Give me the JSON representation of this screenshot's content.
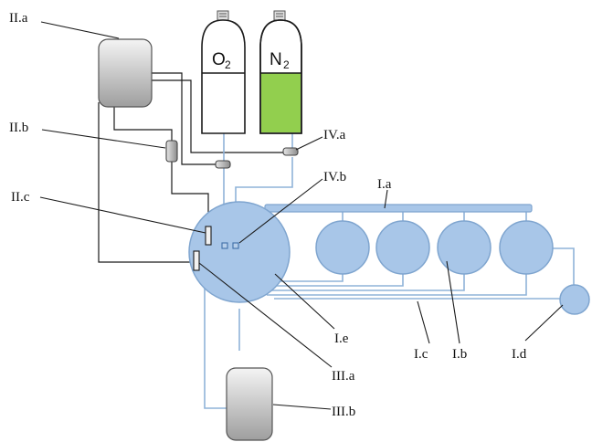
{
  "colors": {
    "chamber_fill": "#a8c6e8",
    "chamber_stroke": "#7fa5cf",
    "tube": "#8fb3d9",
    "wire": "#1a1a1a",
    "nitrogen_fill": "#92cf4e",
    "oxygen_fill": "#ffffff",
    "tank_gradient_top": "#f4f4f4",
    "tank_gradient_bottom": "#9e9e9e"
  },
  "icons": {
    "cylinder_valve": "cylinder-valve-icon"
  },
  "cylinders": [
    {
      "symbol": "O",
      "subscript": "2"
    },
    {
      "symbol": "N",
      "subscript": "2"
    }
  ],
  "labels": {
    "IIa": "II.a",
    "IIb": "II.b",
    "IIc": "II.c",
    "IVa": "IV.a",
    "IVb": "IV.b",
    "Ia": "I.a",
    "Ie": "I.e",
    "IIIa": "III.a",
    "IIIb": "III.b",
    "Ic": "I.c",
    "Ib": "I.b",
    "Id": "I.d"
  }
}
